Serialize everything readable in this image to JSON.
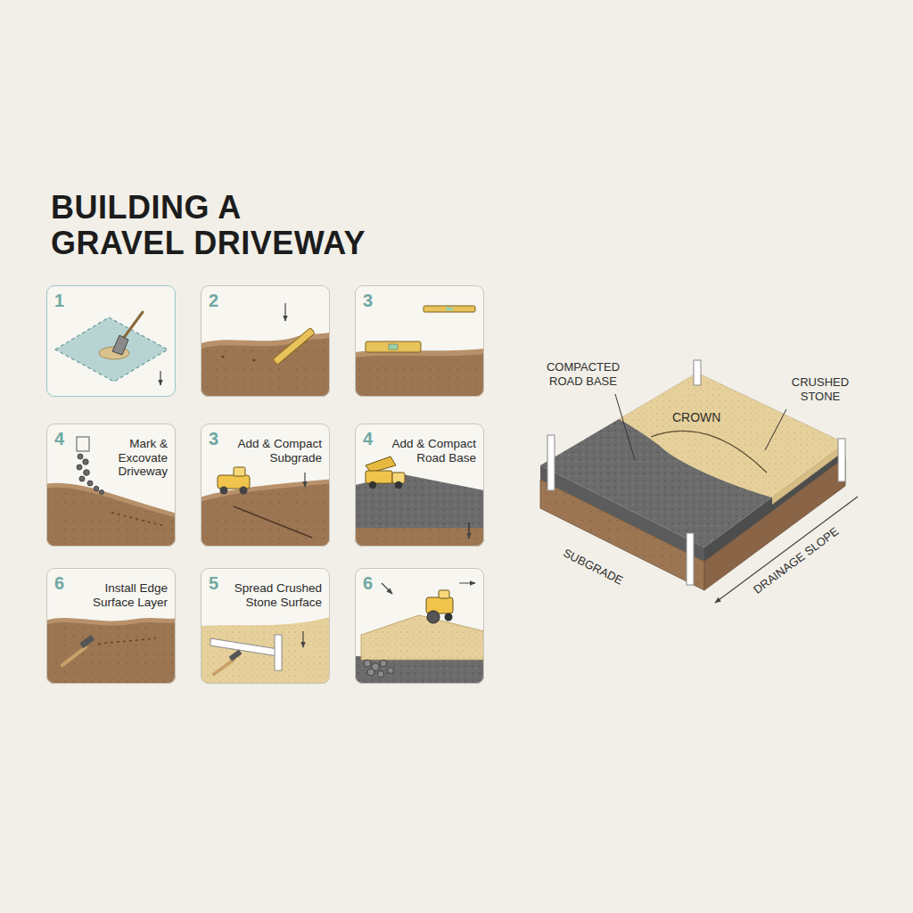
{
  "diagram": {
    "title": "BUILDING A GRAVEL DRIVEWAY",
    "nodes": [
      {
        "text": [
          "1"
        ]
      },
      {
        "text": [
          "2"
        ]
      },
      {
        "text": [
          "3"
        ]
      },
      {
        "text": [
          "4",
          "Mark & Excovate Driveway"
        ]
      },
      {
        "text": [
          "3",
          "Add & Compact Subgrade"
        ]
      },
      {
        "text": [
          "4",
          "Add & Compact Road Base"
        ]
      },
      {
        "text": [
          "6",
          "Install Edge Surface Layer"
        ]
      },
      {
        "text": [
          "5",
          "Spread Crushed Stone Surface"
        ]
      },
      {
        "text": [
          "6"
        ]
      }
    ],
    "labels": [
      "COMPACTED ROAD BASE",
      "CRUSHED STONE",
      "CROWN",
      "SUBGRADE",
      "DRAINAGE SLOPE"
    ]
  }
}
